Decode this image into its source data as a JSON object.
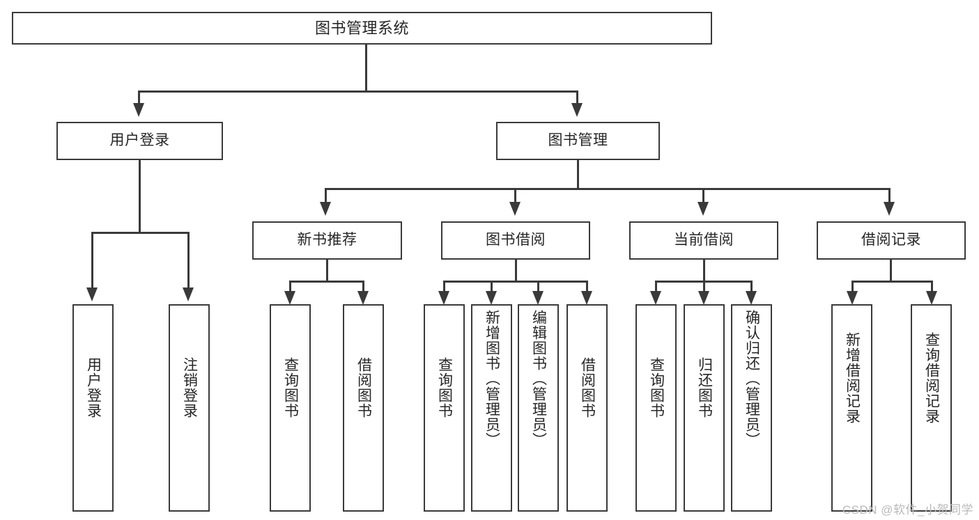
{
  "diagram": {
    "title": "图书管理系统",
    "type": "tree-hierarchy-chart",
    "root": {
      "label": "图书管理系统"
    },
    "level2": [
      {
        "label": "用户登录"
      },
      {
        "label": "图书管理"
      }
    ],
    "level3": [
      {
        "label": "新书推荐"
      },
      {
        "label": "图书借阅"
      },
      {
        "label": "当前借阅"
      },
      {
        "label": "借阅记录"
      }
    ],
    "leaves": {
      "user_login": [
        {
          "label": "用户登录"
        },
        {
          "label": "注销登录"
        }
      ],
      "new_book_recommend": [
        {
          "label": "查询图书"
        },
        {
          "label": "借阅图书"
        }
      ],
      "book_borrow": [
        {
          "label": "查询图书"
        },
        {
          "label": "新增图书（管理员）"
        },
        {
          "label": "编辑图书（管理员）"
        },
        {
          "label": "借阅图书"
        }
      ],
      "current_borrow": [
        {
          "label": "查询图书"
        },
        {
          "label": "归还图书"
        },
        {
          "label": "确认归还（管理员）"
        }
      ],
      "borrow_record": [
        {
          "label": "新增借阅记录"
        },
        {
          "label": "查询借阅记录"
        }
      ]
    }
  },
  "watermark": {
    "text": "CSDN @软件_小贺同学"
  },
  "colors": {
    "stroke": "#3a3a3a",
    "text": "#262626",
    "background": "#ffffff",
    "watermark": "#b9b9b9"
  }
}
